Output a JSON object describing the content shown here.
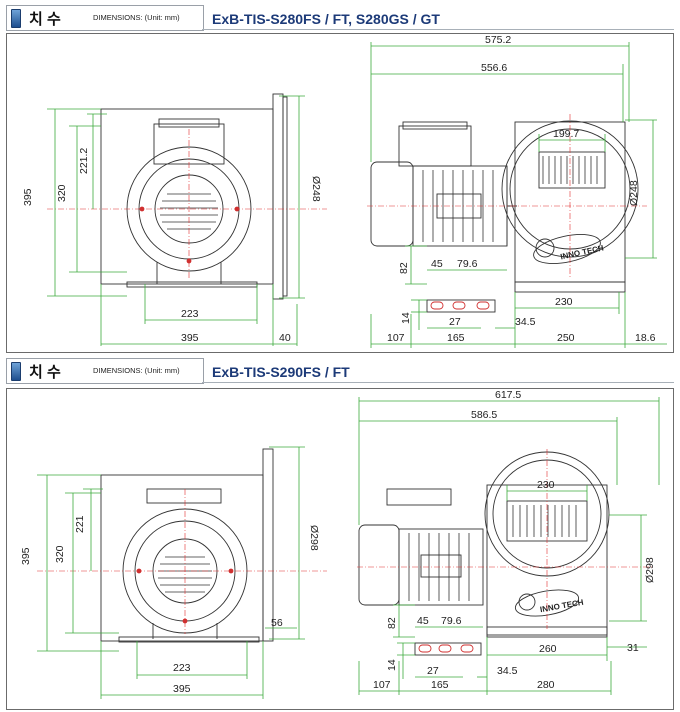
{
  "header_label": "치 수",
  "header_sub": "DIMENSIONS: (Unit: mm)",
  "logo_text": "INNO TECH",
  "drawings": [
    {
      "model": "ExB-TIS-S280FS / FT, S280GS / GT",
      "front": {
        "total_h": "395",
        "inner_h": "320",
        "upper_h": "221.2",
        "outlet_dia": "Ø248",
        "base_w": "223",
        "total_w": "395",
        "flange": "40"
      },
      "side": {
        "overall_w": "575.2",
        "body_w": "556.6",
        "inlet": "199.7",
        "inlet_dia": "Ø248",
        "foot_h": "82",
        "d45": "45",
        "d79": "79.6",
        "d230": "230",
        "d14": "14",
        "d27": "27",
        "d34": "34.5",
        "d107": "107",
        "d165": "165",
        "d250": "250",
        "d18": "18.6"
      }
    },
    {
      "model": "ExB-TIS-S290FS / FT",
      "front": {
        "total_h": "395",
        "inner_h": "320",
        "upper_h": "221",
        "outlet_dia": "Ø298",
        "base_w": "223",
        "total_w": "395",
        "flange": "56"
      },
      "side": {
        "overall_w": "617.5",
        "body_w": "586.5",
        "inlet": "230",
        "inlet_dia": "Ø298",
        "foot_h": "82",
        "d45": "45",
        "d79": "79.6",
        "d230": "260",
        "d14": "14",
        "d27": "27",
        "d34": "34.5",
        "d107": "107",
        "d165": "165",
        "d250": "280",
        "d18": "31"
      }
    }
  ]
}
